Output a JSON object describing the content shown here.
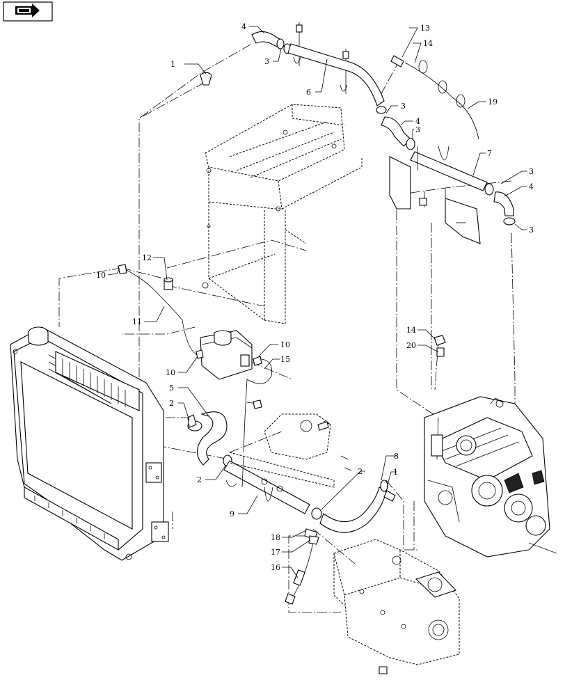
{
  "nav_icon": "arrow-right-icon",
  "callouts": [
    {
      "id": "c1a",
      "text": "1"
    },
    {
      "id": "c1b",
      "text": "1"
    },
    {
      "id": "c2a",
      "text": "2"
    },
    {
      "id": "c2b",
      "text": "2"
    },
    {
      "id": "c2c",
      "text": "2"
    },
    {
      "id": "c3a",
      "text": "3"
    },
    {
      "id": "c3b",
      "text": "3"
    },
    {
      "id": "c3c",
      "text": "3"
    },
    {
      "id": "c3d",
      "text": "3"
    },
    {
      "id": "c3e",
      "text": "3"
    },
    {
      "id": "c4a",
      "text": "4"
    },
    {
      "id": "c4b",
      "text": "4"
    },
    {
      "id": "c4c",
      "text": "4"
    },
    {
      "id": "c5",
      "text": "5"
    },
    {
      "id": "c6",
      "text": "6"
    },
    {
      "id": "c7",
      "text": "7"
    },
    {
      "id": "c8",
      "text": "8"
    },
    {
      "id": "c9",
      "text": "9"
    },
    {
      "id": "c10a",
      "text": "10"
    },
    {
      "id": "c10b",
      "text": "10"
    },
    {
      "id": "c10c",
      "text": "10"
    },
    {
      "id": "c11",
      "text": "11"
    },
    {
      "id": "c12",
      "text": "12"
    },
    {
      "id": "c13",
      "text": "13"
    },
    {
      "id": "c14a",
      "text": "14"
    },
    {
      "id": "c14b",
      "text": "14"
    },
    {
      "id": "c15",
      "text": "15"
    },
    {
      "id": "c16",
      "text": "16"
    },
    {
      "id": "c17",
      "text": "17"
    },
    {
      "id": "c18",
      "text": "18"
    },
    {
      "id": "c19",
      "text": "19"
    },
    {
      "id": "c20",
      "text": "20"
    }
  ]
}
